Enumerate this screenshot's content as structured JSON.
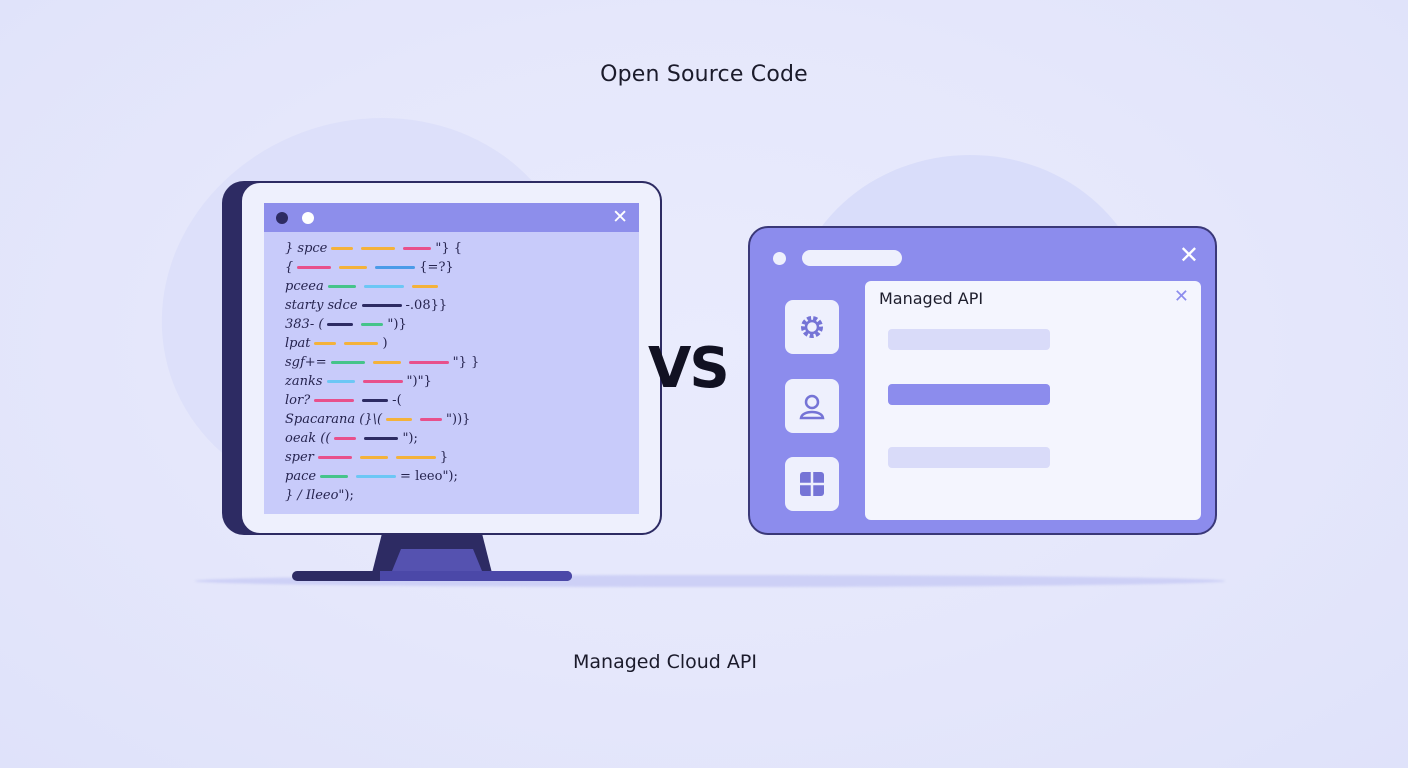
{
  "titles": {
    "top": "Open Source Code",
    "versus": "VS",
    "bottom": "Managed Cloud API"
  },
  "code_window": {
    "close_glyph": "✕",
    "lines": [
      {
        "prefix": "}  spce",
        "segments": [
          "#f4b23a",
          "#f4b23a",
          "#e8508b"
        ],
        "suffix": "\"}  {"
      },
      {
        "prefix": "{",
        "segments": [
          "#e8508b",
          "#f4b23a",
          "#4a9be8"
        ],
        "suffix": "{=?}"
      },
      {
        "prefix": "  pceea",
        "segments": [
          "#45c48a",
          "#6cc7f5",
          "#f4b23a"
        ],
        "suffix": ""
      },
      {
        "prefix": "starty sdce",
        "segments": [
          "#2d2b63"
        ],
        "suffix": "-.08}}"
      },
      {
        "prefix": "383-  (",
        "segments": [
          "#2d2b63",
          "#45c48a"
        ],
        "suffix": "\")}"
      },
      {
        "prefix": "lpat",
        "segments": [
          "#f4b23a",
          "#f4b23a"
        ],
        "suffix": ")"
      },
      {
        "prefix": "sgf+=",
        "segments": [
          "#45c48a",
          "#f4b23a",
          "#e8508b"
        ],
        "suffix": "\"}   }"
      },
      {
        "prefix": "zanks",
        "segments": [
          "#6cc7f5",
          "#e8508b"
        ],
        "suffix": "\")\"}"
      },
      {
        "prefix": "lor?",
        "segments": [
          "#e8508b",
          "#2d2b63"
        ],
        "suffix": "-("
      },
      {
        "prefix": "Spacarana (}\\(",
        "segments": [
          "#f4b23a",
          "#e8508b"
        ],
        "suffix": "\"))}"
      },
      {
        "prefix": "oeak ((",
        "segments": [
          "#e8508b",
          "#2d2b63"
        ],
        "suffix": "\");"
      },
      {
        "prefix": "sper",
        "segments": [
          "#e8508b",
          "#f4b23a",
          "#f4b23a"
        ],
        "suffix": "}"
      },
      {
        "prefix": "  pace",
        "segments": [
          "#45c48a",
          "#6cc7f5"
        ],
        "suffix": "= leeo\");"
      },
      {
        "prefix": "}  /  Ileeo",
        "segments": [],
        "suffix": "\");"
      }
    ]
  },
  "api_window": {
    "close_glyph": "✕",
    "inner_title": "Managed API",
    "inner_close_glyph": "✕",
    "side_icons": [
      "gear-icon",
      "user-icon",
      "grid-icon"
    ],
    "bar_colors": [
      "#d9dbf9",
      "#8c8ced",
      "#d9dbf9"
    ]
  }
}
